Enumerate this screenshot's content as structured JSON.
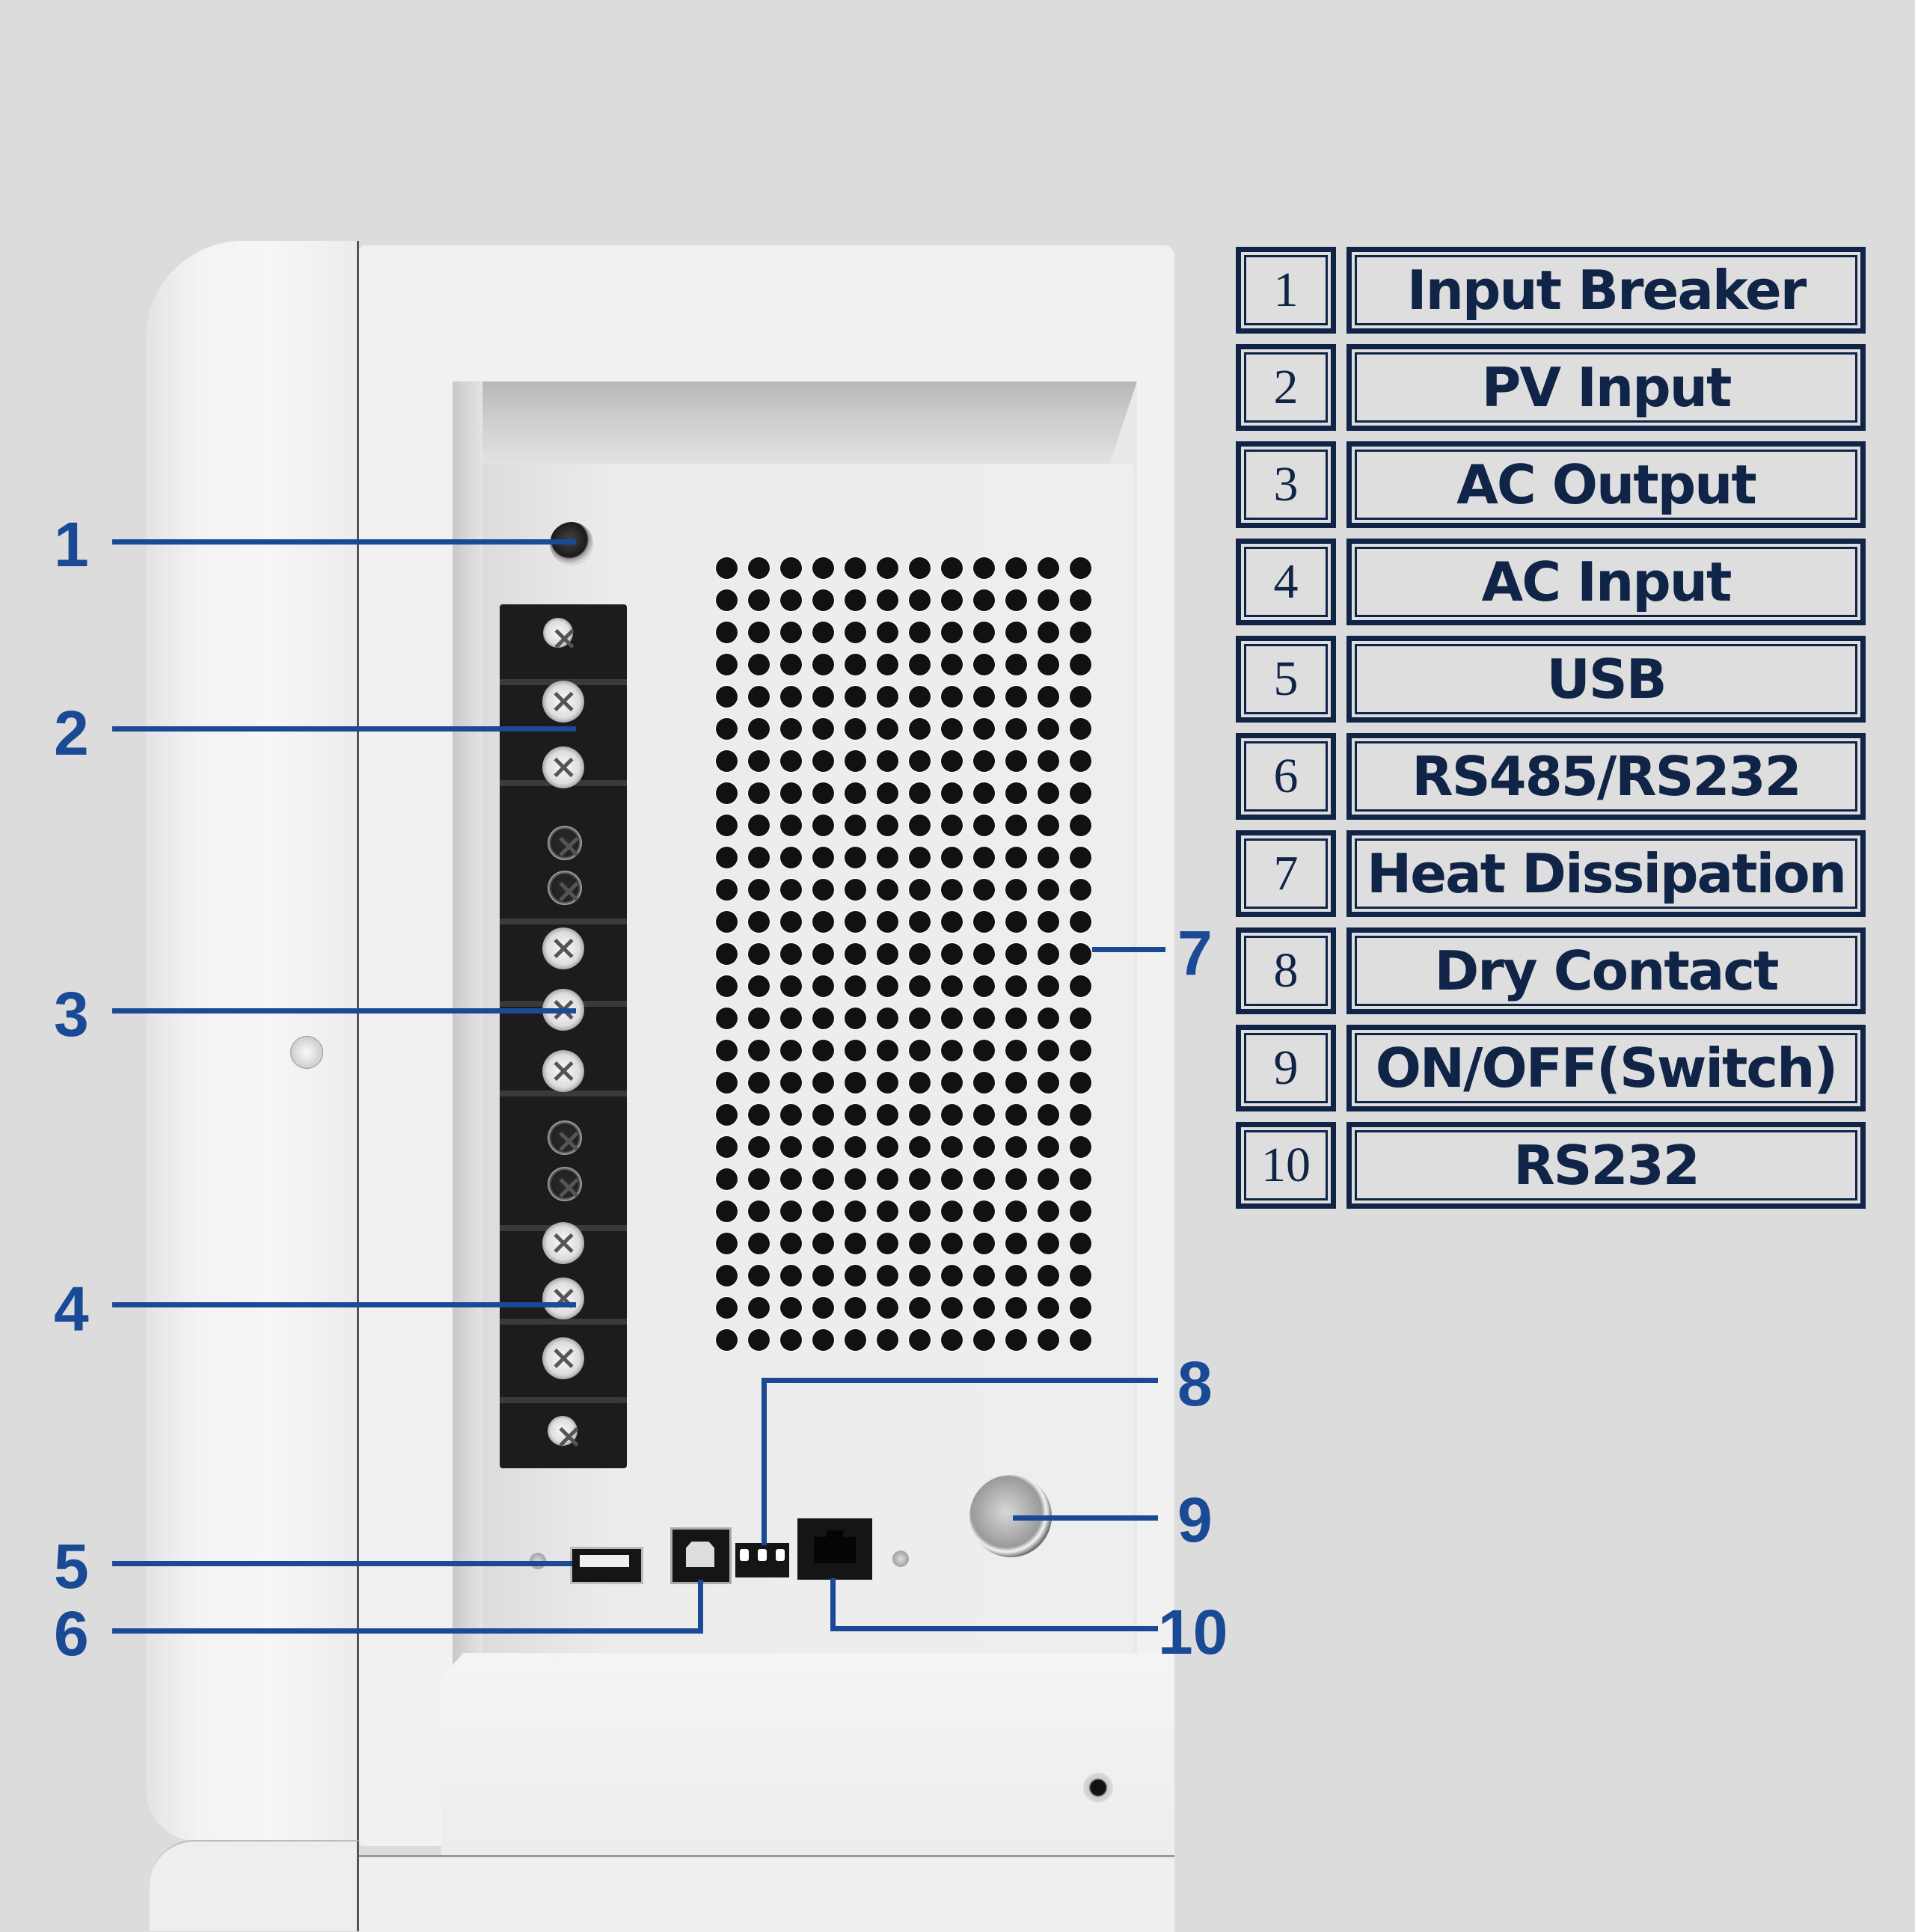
{
  "diagram": {
    "subject": "Inverter side panel interfaces",
    "colors": {
      "callout": "#1a4a96",
      "legend_border": "#0f2447",
      "legend_text": "#0f2447",
      "background": "#dcdcdc"
    },
    "callouts": [
      {
        "num": "1",
        "target": "breaker"
      },
      {
        "num": "2",
        "target": "terminal-pv"
      },
      {
        "num": "3",
        "target": "terminal-ac-out"
      },
      {
        "num": "4",
        "target": "terminal-ac-in"
      },
      {
        "num": "5",
        "target": "usb-a-port"
      },
      {
        "num": "6",
        "target": "usb-b-port"
      },
      {
        "num": "7",
        "target": "vent-grid"
      },
      {
        "num": "8",
        "target": "dry-contact-terminal"
      },
      {
        "num": "9",
        "target": "power-button"
      },
      {
        "num": "10",
        "target": "rj45-port"
      }
    ],
    "legend": [
      {
        "num": "1",
        "label": "Input Breaker"
      },
      {
        "num": "2",
        "label": "PV Input"
      },
      {
        "num": "3",
        "label": "AC Output"
      },
      {
        "num": "4",
        "label": "AC Input"
      },
      {
        "num": "5",
        "label": "USB"
      },
      {
        "num": "6",
        "label": "RS485/RS232"
      },
      {
        "num": "7",
        "label": "Heat Dissipation"
      },
      {
        "num": "8",
        "label": "Dry Contact"
      },
      {
        "num": "9",
        "label": "ON/OFF(Switch)"
      },
      {
        "num": "10",
        "label": "RS232"
      }
    ]
  }
}
